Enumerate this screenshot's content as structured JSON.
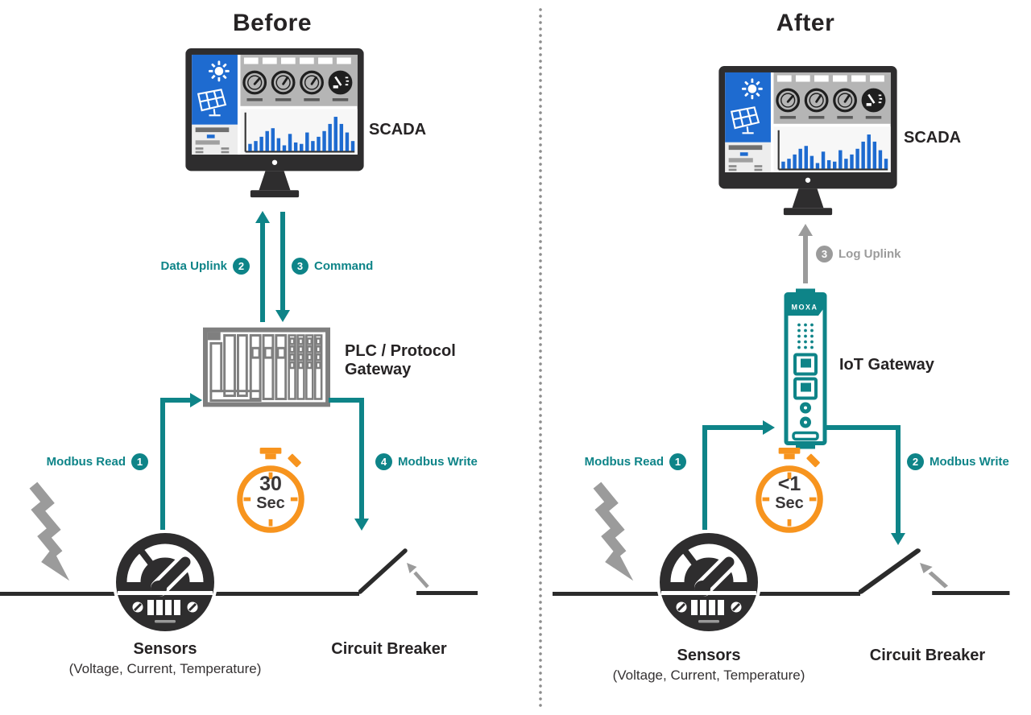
{
  "colors": {
    "teal": "#0e8488",
    "orange": "#f7941e",
    "gray": "#9b9b9b",
    "dark": "#2e2d2e",
    "blue": "#1e6bd0",
    "plc": "#7f7f7f",
    "ink": "#262324",
    "line": "#2b2b2b"
  },
  "icons": {
    "scada": "monitor-dashboard",
    "plc": "plc-rack",
    "iot_gateway": "din-rail-device",
    "timer": "stopwatch",
    "sensor": "gauge-meter",
    "surge": "lightning-bolt",
    "breaker": "open-switch"
  },
  "left": {
    "title": "Before",
    "scada": "SCADA",
    "uplink": {
      "label": "Data Uplink",
      "badge": "2"
    },
    "command": {
      "label": "Command",
      "badge": "3"
    },
    "device": {
      "line1": "PLC / Protocol",
      "line2": "Gateway"
    },
    "read": {
      "label": "Modbus Read",
      "badge": "1"
    },
    "write": {
      "label": "Modbus Write",
      "badge": "4"
    },
    "timer": {
      "value": "30",
      "unit": "Sec"
    },
    "sensors": {
      "label": "Sensors",
      "sub": "(Voltage, Current, Temperature)"
    },
    "breaker": "Circuit Breaker"
  },
  "right": {
    "title": "After",
    "scada": "SCADA",
    "uplink": {
      "label": "Log Uplink",
      "badge": "3"
    },
    "device": {
      "label": "IoT Gateway",
      "brand": "MOXA"
    },
    "read": {
      "label": "Modbus Read",
      "badge": "1"
    },
    "write": {
      "label": "Modbus Write",
      "badge": "2"
    },
    "timer": {
      "value": "<1",
      "unit": "Sec"
    },
    "sensors": {
      "label": "Sensors",
      "sub": "(Voltage, Current, Temperature)"
    },
    "breaker": "Circuit Breaker"
  }
}
